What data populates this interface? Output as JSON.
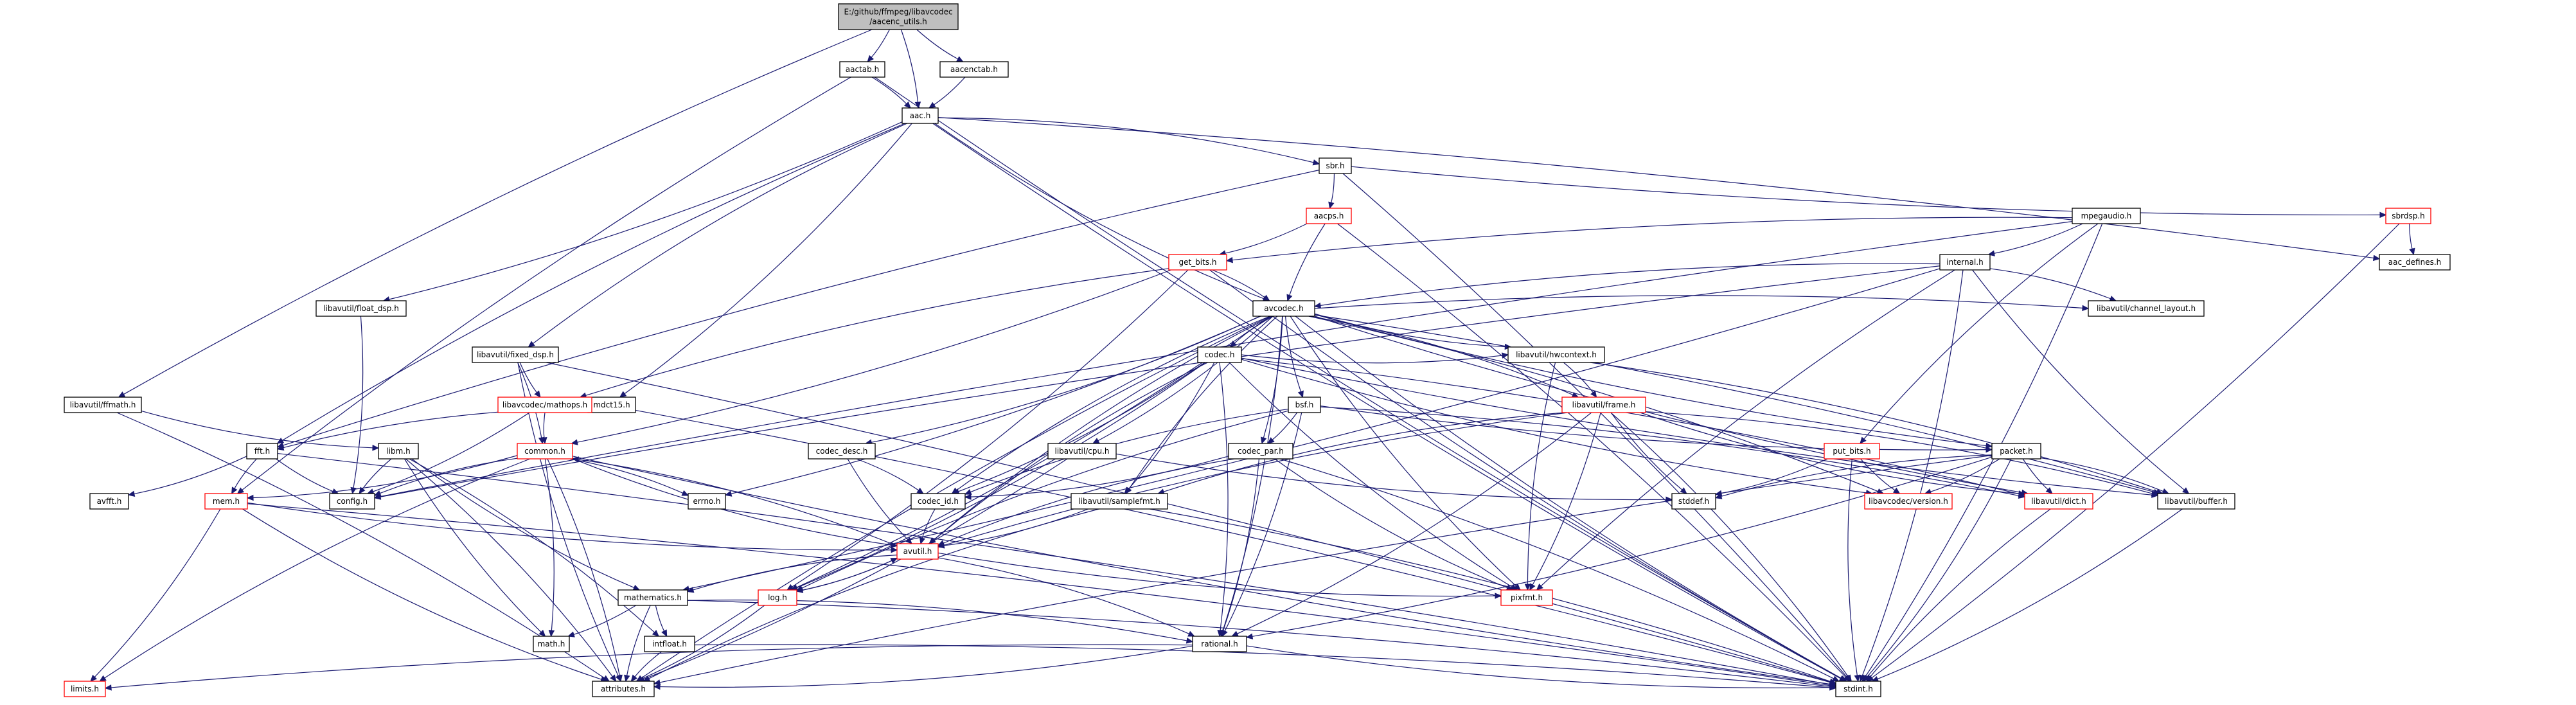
{
  "colors": {
    "edge": "#191970",
    "node_border": "#000000",
    "red_border": "#ff0000",
    "root_fill": "#bfbfbf",
    "background": "#ffffff"
  },
  "nodes": [
    {
      "id": "root",
      "lines": [
        "E:/github/ffmpeg/libavcodec",
        "/aacenc_utils.h"
      ],
      "style": "root"
    },
    {
      "id": "aactab",
      "lines": [
        "aactab.h"
      ]
    },
    {
      "id": "aacenctab",
      "lines": [
        "aacenctab.h"
      ]
    },
    {
      "id": "aac",
      "lines": [
        "aac.h"
      ]
    },
    {
      "id": "ffmath",
      "lines": [
        "libavutil/ffmath.h"
      ]
    },
    {
      "id": "float_dsp",
      "lines": [
        "libavutil/float_dsp.h"
      ]
    },
    {
      "id": "fixed_dsp",
      "lines": [
        "libavutil/fixed_dsp.h"
      ]
    },
    {
      "id": "mdct15",
      "lines": [
        "mdct15.h"
      ]
    },
    {
      "id": "sbr",
      "lines": [
        "sbr.h"
      ]
    },
    {
      "id": "aacps",
      "lines": [
        "aacps.h"
      ],
      "style": "red"
    },
    {
      "id": "sbrdsp",
      "lines": [
        "sbrdsp.h"
      ],
      "style": "red"
    },
    {
      "id": "aac_defines",
      "lines": [
        "aac_defines.h"
      ]
    },
    {
      "id": "mpegaudio",
      "lines": [
        "mpegaudio.h"
      ]
    },
    {
      "id": "get_bits",
      "lines": [
        "get_bits.h"
      ],
      "style": "red"
    },
    {
      "id": "internal",
      "lines": [
        "internal.h"
      ]
    },
    {
      "id": "avcodec",
      "lines": [
        "avcodec.h"
      ]
    },
    {
      "id": "channel_layout",
      "lines": [
        "libavutil/channel_layout.h"
      ]
    },
    {
      "id": "mathops",
      "lines": [
        "libavcodec/mathops.h"
      ],
      "style": "red"
    },
    {
      "id": "codec",
      "lines": [
        "codec.h"
      ]
    },
    {
      "id": "hwcontext",
      "lines": [
        "libavutil/hwcontext.h"
      ]
    },
    {
      "id": "bsf",
      "lines": [
        "bsf.h"
      ]
    },
    {
      "id": "frame",
      "lines": [
        "libavutil/frame.h"
      ],
      "style": "red"
    },
    {
      "id": "fft",
      "lines": [
        "fft.h"
      ]
    },
    {
      "id": "libm",
      "lines": [
        "libm.h"
      ]
    },
    {
      "id": "common",
      "lines": [
        "common.h"
      ],
      "style": "red"
    },
    {
      "id": "codec_desc",
      "lines": [
        "codec_desc.h"
      ]
    },
    {
      "id": "cpu",
      "lines": [
        "libavutil/cpu.h"
      ]
    },
    {
      "id": "codec_par",
      "lines": [
        "codec_par.h"
      ]
    },
    {
      "id": "put_bits",
      "lines": [
        "put_bits.h"
      ],
      "style": "red"
    },
    {
      "id": "packet",
      "lines": [
        "packet.h"
      ]
    },
    {
      "id": "avfft",
      "lines": [
        "avfft.h"
      ]
    },
    {
      "id": "config",
      "lines": [
        "config.h"
      ]
    },
    {
      "id": "mem",
      "lines": [
        "mem.h"
      ],
      "style": "red"
    },
    {
      "id": "errno",
      "lines": [
        "errno.h"
      ]
    },
    {
      "id": "codec_id",
      "lines": [
        "codec_id.h"
      ]
    },
    {
      "id": "samplefmt",
      "lines": [
        "libavutil/samplefmt.h"
      ]
    },
    {
      "id": "stddef",
      "lines": [
        "stddef.h"
      ]
    },
    {
      "id": "version",
      "lines": [
        "libavcodec/version.h"
      ],
      "style": "red"
    },
    {
      "id": "dict",
      "lines": [
        "libavutil/dict.h"
      ],
      "style": "red"
    },
    {
      "id": "buffer",
      "lines": [
        "libavutil/buffer.h"
      ]
    },
    {
      "id": "avutil",
      "lines": [
        "avutil.h"
      ],
      "style": "red"
    },
    {
      "id": "mathematics",
      "lines": [
        "mathematics.h"
      ]
    },
    {
      "id": "log",
      "lines": [
        "log.h"
      ],
      "style": "red"
    },
    {
      "id": "pixfmt",
      "lines": [
        "pixfmt.h"
      ],
      "style": "red"
    },
    {
      "id": "math",
      "lines": [
        "math.h"
      ]
    },
    {
      "id": "intfloat",
      "lines": [
        "intfloat.h"
      ]
    },
    {
      "id": "rational",
      "lines": [
        "rational.h"
      ]
    },
    {
      "id": "limits",
      "lines": [
        "limits.h"
      ],
      "style": "red"
    },
    {
      "id": "attributes",
      "lines": [
        "attributes.h"
      ]
    },
    {
      "id": "stdint",
      "lines": [
        "stdint.h"
      ]
    }
  ],
  "edges": [
    [
      "root",
      "aactab"
    ],
    [
      "root",
      "aacenctab"
    ],
    [
      "root",
      "aac"
    ],
    [
      "root",
      "ffmath"
    ],
    [
      "aactab",
      "aac"
    ],
    [
      "aactab",
      "mem"
    ],
    [
      "aacenctab",
      "aac"
    ],
    [
      "aactab",
      "stdint"
    ],
    [
      "aac",
      "sbr"
    ],
    [
      "aac",
      "avcodec"
    ],
    [
      "aac",
      "float_dsp"
    ],
    [
      "aac",
      "fixed_dsp"
    ],
    [
      "aac",
      "mdct15"
    ],
    [
      "aac",
      "fft"
    ],
    [
      "aac",
      "aac_defines"
    ],
    [
      "aac",
      "stdint"
    ],
    [
      "sbr",
      "aacps"
    ],
    [
      "sbr",
      "sbrdsp"
    ],
    [
      "sbr",
      "stdint"
    ],
    [
      "sbr",
      "fft"
    ],
    [
      "aacps",
      "get_bits"
    ],
    [
      "aacps",
      "avcodec"
    ],
    [
      "aacps",
      "stdint"
    ],
    [
      "sbrdsp",
      "aac_defines"
    ],
    [
      "sbrdsp",
      "stdint"
    ],
    [
      "mpegaudio",
      "get_bits"
    ],
    [
      "mpegaudio",
      "internal"
    ],
    [
      "mpegaudio",
      "put_bits"
    ],
    [
      "mpegaudio",
      "stdint"
    ],
    [
      "mpegaudio",
      "config"
    ],
    [
      "get_bits",
      "avcodec"
    ],
    [
      "get_bits",
      "mathops"
    ],
    [
      "get_bits",
      "common"
    ],
    [
      "get_bits",
      "stdint"
    ],
    [
      "get_bits",
      "log"
    ],
    [
      "internal",
      "avcodec"
    ],
    [
      "internal",
      "channel_layout"
    ],
    [
      "internal",
      "buffer"
    ],
    [
      "internal",
      "mathematics"
    ],
    [
      "internal",
      "pixfmt"
    ],
    [
      "internal",
      "stdint"
    ],
    [
      "internal",
      "config"
    ],
    [
      "float_dsp",
      "config"
    ],
    [
      "fixed_dsp",
      "mathops"
    ],
    [
      "fixed_dsp",
      "common"
    ],
    [
      "fixed_dsp",
      "attributes"
    ],
    [
      "fixed_dsp",
      "stdint"
    ],
    [
      "mathops",
      "common"
    ],
    [
      "mathops",
      "config"
    ],
    [
      "mdct15",
      "fft"
    ],
    [
      "mdct15",
      "stdint"
    ],
    [
      "ffmath",
      "libm"
    ],
    [
      "ffmath",
      "attributes"
    ],
    [
      "avcodec",
      "codec"
    ],
    [
      "avcodec",
      "codec_desc"
    ],
    [
      "avcodec",
      "codec_id"
    ],
    [
      "avcodec",
      "codec_par"
    ],
    [
      "avcodec",
      "bsf"
    ],
    [
      "avcodec",
      "cpu"
    ],
    [
      "avcodec",
      "samplefmt"
    ],
    [
      "avcodec",
      "frame"
    ],
    [
      "avcodec",
      "hwcontext"
    ],
    [
      "avcodec",
      "channel_layout"
    ],
    [
      "avcodec",
      "packet"
    ],
    [
      "avcodec",
      "version"
    ],
    [
      "avcodec",
      "dict"
    ],
    [
      "avcodec",
      "buffer"
    ],
    [
      "avcodec",
      "avutil"
    ],
    [
      "avcodec",
      "log"
    ],
    [
      "avcodec",
      "pixfmt"
    ],
    [
      "avcodec",
      "rational"
    ],
    [
      "avcodec",
      "attributes"
    ],
    [
      "avcodec",
      "errno"
    ],
    [
      "avcodec",
      "stdint"
    ],
    [
      "codec",
      "codec_id"
    ],
    [
      "codec",
      "hwcontext"
    ],
    [
      "codec",
      "samplefmt"
    ],
    [
      "codec",
      "avutil"
    ],
    [
      "codec",
      "rational"
    ],
    [
      "codec",
      "pixfmt"
    ],
    [
      "codec",
      "log"
    ],
    [
      "codec",
      "buffer"
    ],
    [
      "codec",
      "dict"
    ],
    [
      "codec",
      "version"
    ],
    [
      "hwcontext",
      "frame"
    ],
    [
      "hwcontext",
      "pixfmt"
    ],
    [
      "hwcontext",
      "buffer"
    ],
    [
      "bsf",
      "codec_id"
    ],
    [
      "bsf",
      "codec_par"
    ],
    [
      "bsf",
      "packet"
    ],
    [
      "bsf",
      "dict"
    ],
    [
      "bsf",
      "log"
    ],
    [
      "bsf",
      "rational"
    ],
    [
      "frame",
      "avutil"
    ],
    [
      "frame",
      "buffer"
    ],
    [
      "frame",
      "dict"
    ],
    [
      "frame",
      "rational"
    ],
    [
      "frame",
      "samplefmt"
    ],
    [
      "frame",
      "pixfmt"
    ],
    [
      "frame",
      "stddef"
    ],
    [
      "frame",
      "stdint"
    ],
    [
      "fft",
      "config"
    ],
    [
      "fft",
      "avfft"
    ],
    [
      "fft",
      "mem"
    ],
    [
      "fft",
      "stdint"
    ],
    [
      "libm",
      "config"
    ],
    [
      "libm",
      "attributes"
    ],
    [
      "libm",
      "math"
    ],
    [
      "libm",
      "intfloat"
    ],
    [
      "libm",
      "mathematics"
    ],
    [
      "common",
      "mem"
    ],
    [
      "common",
      "config"
    ],
    [
      "common",
      "errno"
    ],
    [
      "common",
      "avutil"
    ],
    [
      "common",
      "math"
    ],
    [
      "common",
      "limits"
    ],
    [
      "common",
      "attributes"
    ],
    [
      "common",
      "stdint"
    ],
    [
      "codec_desc",
      "codec_id"
    ],
    [
      "codec_desc",
      "avutil"
    ],
    [
      "cpu",
      "attributes"
    ],
    [
      "cpu",
      "stddef"
    ],
    [
      "codec_par",
      "codec_id"
    ],
    [
      "codec_par",
      "avutil"
    ],
    [
      "codec_par",
      "rational"
    ],
    [
      "codec_par",
      "pixfmt"
    ],
    [
      "codec_par",
      "stdint"
    ],
    [
      "put_bits",
      "stdint"
    ],
    [
      "put_bits",
      "stddef"
    ],
    [
      "put_bits",
      "version"
    ],
    [
      "packet",
      "buffer"
    ],
    [
      "packet",
      "dict"
    ],
    [
      "packet",
      "rational"
    ],
    [
      "packet",
      "stddef"
    ],
    [
      "packet",
      "stdint"
    ],
    [
      "packet",
      "attributes"
    ],
    [
      "packet",
      "version"
    ],
    [
      "mem",
      "avutil"
    ],
    [
      "mem",
      "limits"
    ],
    [
      "mem",
      "attributes"
    ],
    [
      "mem",
      "stdint"
    ],
    [
      "codec_id",
      "avutil"
    ],
    [
      "samplefmt",
      "avutil"
    ],
    [
      "samplefmt",
      "attributes"
    ],
    [
      "samplefmt",
      "stdint"
    ],
    [
      "dict",
      "stdint"
    ],
    [
      "buffer",
      "stdint"
    ],
    [
      "avutil",
      "common"
    ],
    [
      "avutil",
      "log"
    ],
    [
      "avutil",
      "mathematics"
    ],
    [
      "avutil",
      "rational"
    ],
    [
      "avutil",
      "pixfmt"
    ],
    [
      "mathematics",
      "math"
    ],
    [
      "mathematics",
      "intfloat"
    ],
    [
      "mathematics",
      "rational"
    ],
    [
      "mathematics",
      "attributes"
    ],
    [
      "mathematics",
      "stdint"
    ],
    [
      "log",
      "avutil"
    ],
    [
      "log",
      "attributes"
    ],
    [
      "intfloat",
      "attributes"
    ],
    [
      "intfloat",
      "stdint"
    ],
    [
      "rational",
      "limits"
    ],
    [
      "rational",
      "attributes"
    ],
    [
      "rational",
      "stdint"
    ]
  ]
}
